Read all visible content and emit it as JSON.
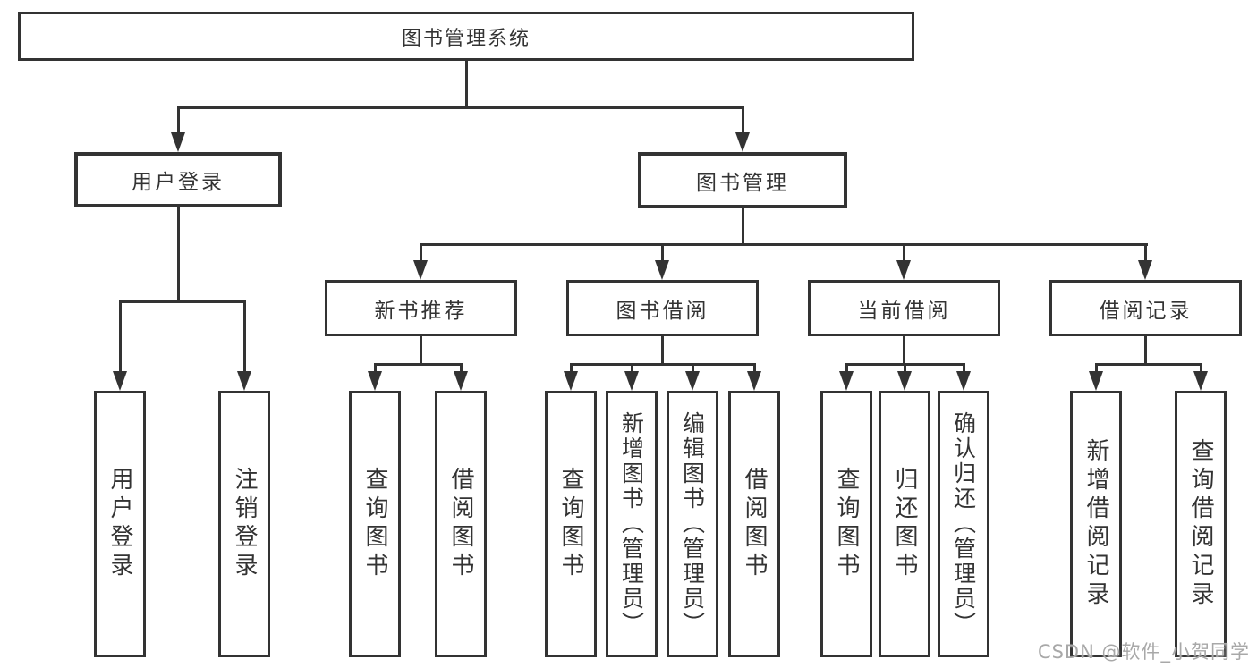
{
  "tree": {
    "root": {
      "label": "图书管理系统"
    },
    "user": {
      "label": "用户登录",
      "children": [
        {
          "label": "用户登录"
        },
        {
          "label": "注销登录"
        }
      ]
    },
    "mgmt": {
      "label": "图书管理",
      "children": [
        {
          "label": "新书推荐",
          "children": [
            {
              "label": "查询图书"
            },
            {
              "label": "借阅图书"
            }
          ]
        },
        {
          "label": "图书借阅",
          "children": [
            {
              "label": "查询图书"
            },
            {
              "label": "新增图书（管理员）"
            },
            {
              "label": "编辑图书（管理员）"
            },
            {
              "label": "借阅图书"
            }
          ]
        },
        {
          "label": "当前借阅",
          "children": [
            {
              "label": "查询图书"
            },
            {
              "label": "归还图书"
            },
            {
              "label": "确认归还（管理员）"
            }
          ]
        },
        {
          "label": "借阅记录",
          "children": [
            {
              "label": "新增借阅记录"
            },
            {
              "label": "查询借阅记录"
            }
          ]
        }
      ]
    }
  },
  "watermark": {
    "text": "CSDN @软件_小贺同学"
  },
  "colors": {
    "line": "#333333",
    "box_border": "#333333",
    "text": "#333333",
    "background": "#ffffff",
    "watermark": "#a8a8a8"
  }
}
